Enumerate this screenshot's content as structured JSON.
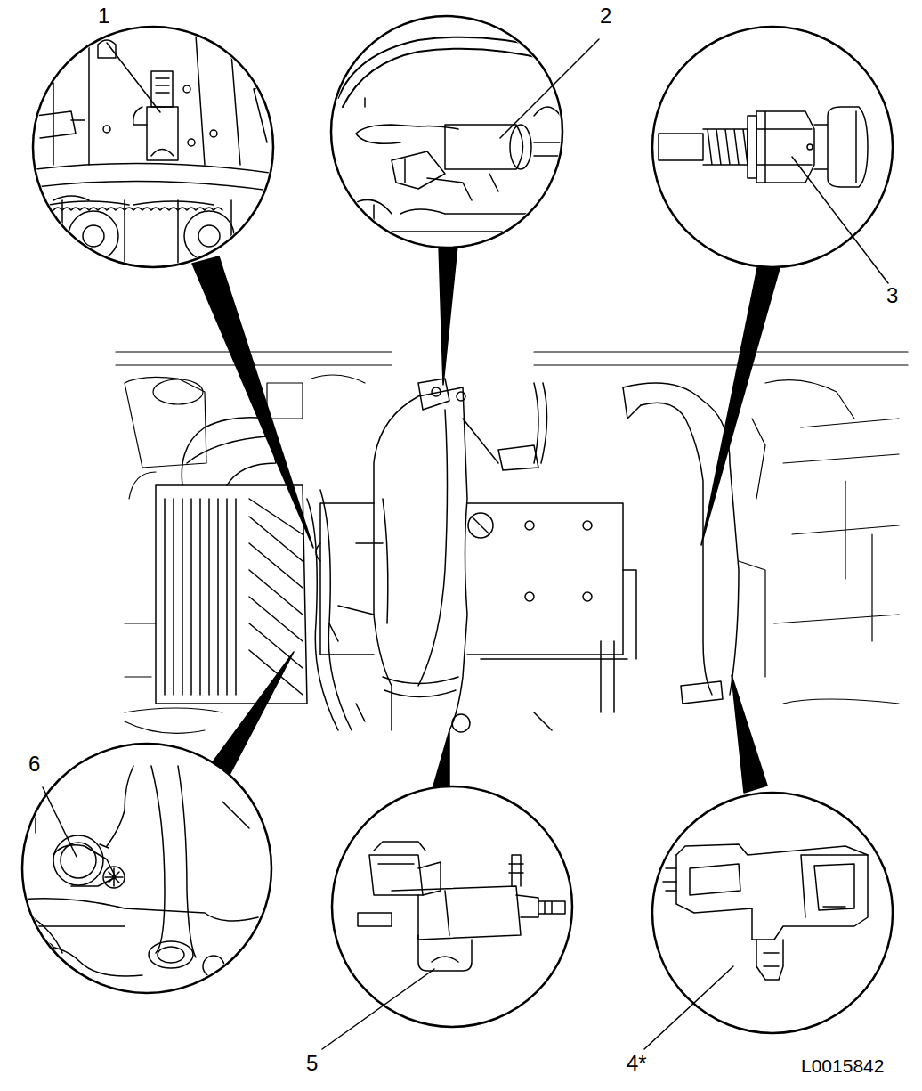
{
  "diagram": {
    "labels": [
      "1",
      "2",
      "3",
      "6",
      "5",
      "4*",
      "L0015842"
    ]
  }
}
